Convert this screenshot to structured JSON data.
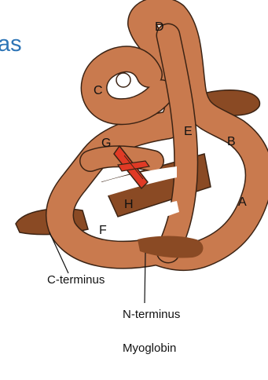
{
  "cropped_heading": "as",
  "segments": {
    "a": "A",
    "b": "B",
    "c": "C",
    "d": "D",
    "e": "E",
    "f": "F",
    "g": "G",
    "h": "H"
  },
  "labels": {
    "c_terminus": "C-terminus",
    "n_terminus": "N-terminus",
    "caption": "Myoglobin"
  },
  "colors": {
    "tube": "#c97a4e",
    "tube_dark": "#8a4a24",
    "tube_outline": "#3b2314",
    "heme": "#e03a25"
  }
}
